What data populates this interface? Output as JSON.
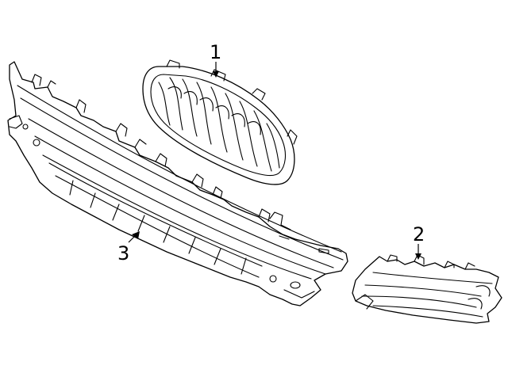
{
  "callouts": {
    "grille": "1",
    "fog_lamp_cover": "2",
    "bumper_absorber": "3"
  },
  "colors": {
    "stroke": "#000000",
    "background": "#ffffff"
  }
}
